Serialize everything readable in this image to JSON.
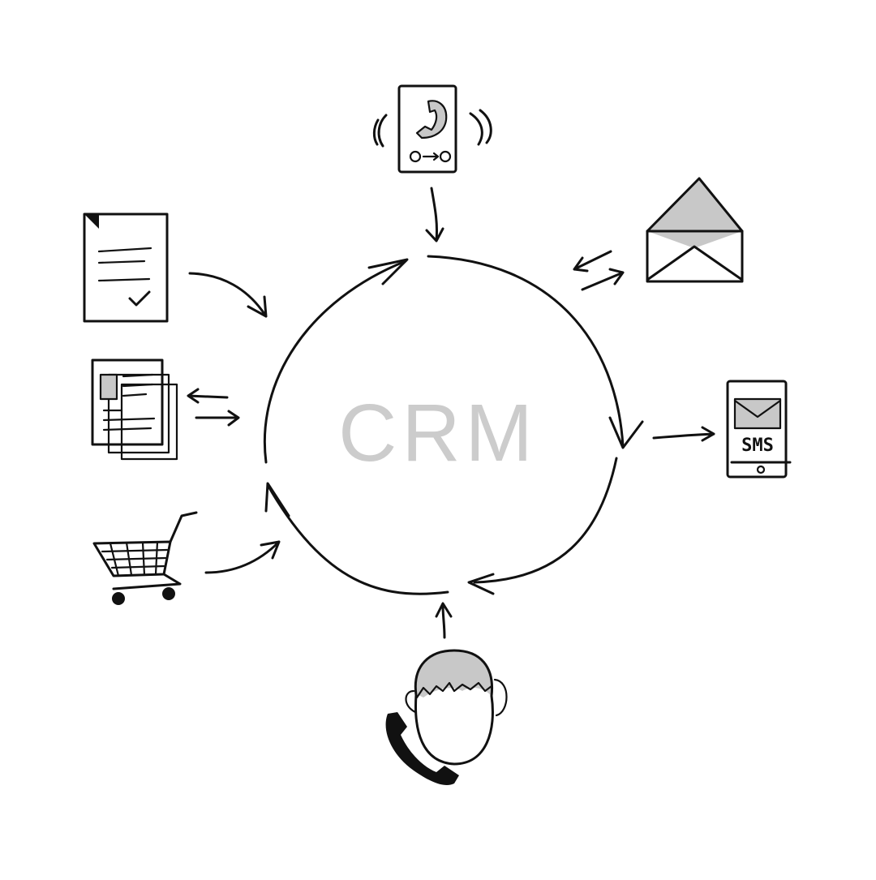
{
  "diagram": {
    "center_label": "CRM",
    "nodes": [
      {
        "id": "phone-call",
        "icon": "ringing-phone-icon"
      },
      {
        "id": "email",
        "icon": "envelope-icon"
      },
      {
        "id": "sms",
        "icon": "sms-phone-icon",
        "label": "SMS"
      },
      {
        "id": "customer",
        "icon": "person-on-phone-icon"
      },
      {
        "id": "shopping",
        "icon": "shopping-cart-icon"
      },
      {
        "id": "documents",
        "icon": "documents-icon"
      },
      {
        "id": "contract",
        "icon": "signed-contract-icon"
      }
    ],
    "colors": {
      "ink": "#111111",
      "accent_gray": "#c8c8c8",
      "title_gray": "#cccccc"
    }
  }
}
